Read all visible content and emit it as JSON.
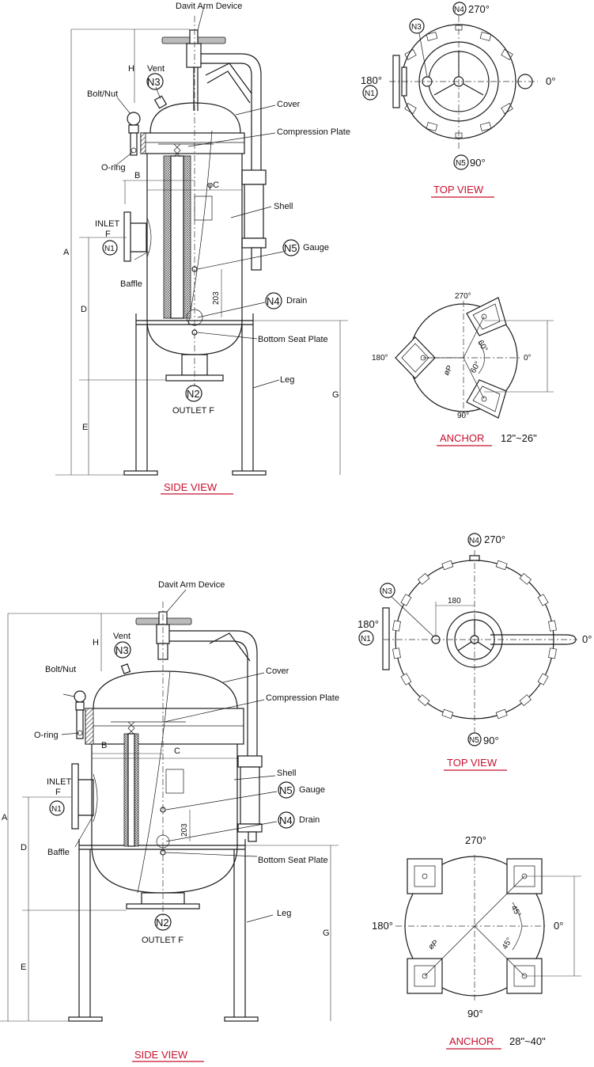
{
  "top": {
    "side": {
      "davit": "Davit Arm Device",
      "h": "H",
      "vent": "Vent",
      "n3": "N3",
      "bolt": "Bolt/Nut",
      "oring": "O-ring",
      "cover": "Cover",
      "compression": "Compression Plate",
      "b": "B",
      "c": "φC",
      "shell": "Shell",
      "inlet": "INLET",
      "f": "F",
      "n1": "N1",
      "a": "A",
      "n5": "N5",
      "gauge": "Gauge",
      "baffle": "Baffle",
      "d": "D",
      "dim203": "203",
      "n4": "N4",
      "drain": "Drain",
      "bottom": "Bottom Seat Plate",
      "leg": "Leg",
      "g": "G",
      "n2": "N2",
      "outlet": "OUTLET F",
      "e": "E",
      "title": "SIDE VIEW"
    },
    "topview": {
      "n4": "N4",
      "deg270": "270°",
      "n3": "N3",
      "deg180": "180°",
      "n1": "N1",
      "deg0": "0°",
      "n5": "N5",
      "deg90": "90°",
      "title": "TOP VIEW"
    },
    "anchor": {
      "deg270": "270°",
      "deg180": "180°",
      "deg0": "0°",
      "deg90": "90°",
      "a60a": "60°",
      "a60b": "60°",
      "p": "øP",
      "title": "ANCHOR",
      "range": "12\"~26\""
    }
  },
  "bottom": {
    "side": {
      "davit": "Davit Arm Device",
      "h": "H",
      "vent": "Vent",
      "n3": "N3",
      "bolt": "Bolt/Nut",
      "oring": "O-ring",
      "cover": "Cover",
      "compression": "Compression Plate",
      "b": "B",
      "c": "C",
      "shell": "Shell",
      "inlet": "INLET",
      "f": "F",
      "n1": "N1",
      "a": "A",
      "n5": "N5",
      "gauge": "Gauge",
      "baffle": "Baffle",
      "d": "D",
      "dim203": "203",
      "n4": "N4",
      "drain": "Drain",
      "bottom": "Bottom Seat Plate",
      "leg": "Leg",
      "g": "G",
      "n2": "N2",
      "outlet": "OUTLET F",
      "e": "E",
      "title": "SIDE VIEW"
    },
    "topview": {
      "n4": "N4",
      "deg270": "270°",
      "n3": "N3",
      "dim180": "180",
      "deg180": "180°",
      "n1": "N1",
      "deg0": "0°",
      "n5": "N5",
      "deg90": "90°",
      "title": "TOP VIEW"
    },
    "anchor": {
      "deg270": "270°",
      "deg180": "180°",
      "deg0": "0°",
      "deg90": "90°",
      "a45a": "45°",
      "a45b": "45°",
      "p": "øP",
      "title": "ANCHOR",
      "range": "28\"~40\""
    }
  },
  "colors": {
    "line": "#1a1a1a",
    "title": "#c8102e",
    "background": "#ffffff"
  }
}
